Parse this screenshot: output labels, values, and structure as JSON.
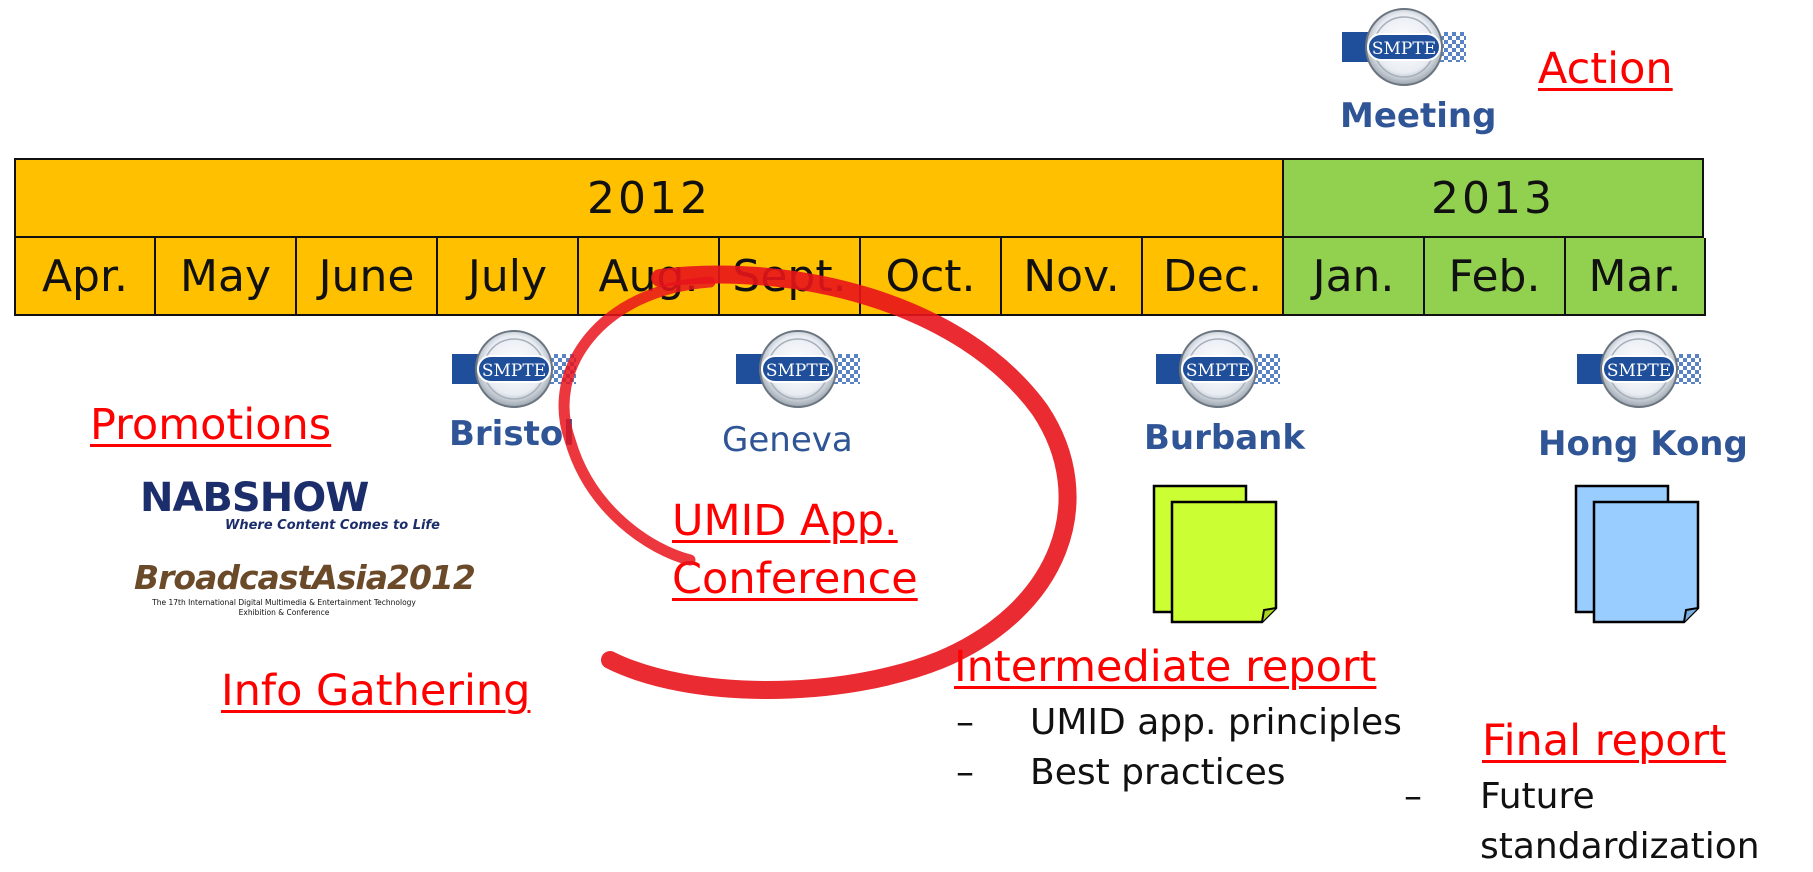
{
  "top_right": {
    "meeting_label": "Meeting",
    "action_label": "Action"
  },
  "timeline": {
    "years": [
      {
        "label": "2012",
        "color": "#ffc000"
      },
      {
        "label": "2013",
        "color": "#92d050"
      }
    ],
    "months": [
      {
        "label": "Apr.",
        "year": "2012"
      },
      {
        "label": "May",
        "year": "2012"
      },
      {
        "label": "June",
        "year": "2012"
      },
      {
        "label": "July",
        "year": "2012"
      },
      {
        "label": "Aug.",
        "year": "2012"
      },
      {
        "label": "Sept.",
        "year": "2012"
      },
      {
        "label": "Oct.",
        "year": "2012"
      },
      {
        "label": "Nov.",
        "year": "2012"
      },
      {
        "label": "Dec.",
        "year": "2012"
      },
      {
        "label": "Jan.",
        "year": "2013"
      },
      {
        "label": "Feb.",
        "year": "2013"
      },
      {
        "label": "Mar.",
        "year": "2013"
      }
    ]
  },
  "meetings": [
    {
      "city": "Bristol",
      "logo": "SMPTE"
    },
    {
      "city": "Geneva",
      "logo": "SMPTE"
    },
    {
      "city": "Burbank",
      "logo": "SMPTE"
    },
    {
      "city": "Hong Kong",
      "logo": "SMPTE"
    }
  ],
  "promotions": {
    "title": "Promotions",
    "nab_logo_text": "NABSHOW",
    "nab_tagline": "Where Content Comes to Life",
    "ba_logo_text": "BroadcastAsia2012",
    "ba_subtitle_1": "The 17th International Digital Multimedia & Entertainment Technology",
    "ba_subtitle_2": "Exhibition & Conference",
    "info_gathering": "Info Gathering"
  },
  "umid_conference": {
    "line1": "UMID App.",
    "line2": "Conference",
    "circle_color": "#e8141b"
  },
  "intermediate_report": {
    "title": "Intermediate report",
    "items": [
      "UMID app. principles",
      "Best practices"
    ],
    "doc_color": "#ccff33"
  },
  "final_report": {
    "title": "Final report",
    "items": [
      "Future standardization"
    ],
    "doc_color": "#99ccff"
  },
  "colors": {
    "accent_red": "#ff0000",
    "city_blue": "#2f5597"
  }
}
